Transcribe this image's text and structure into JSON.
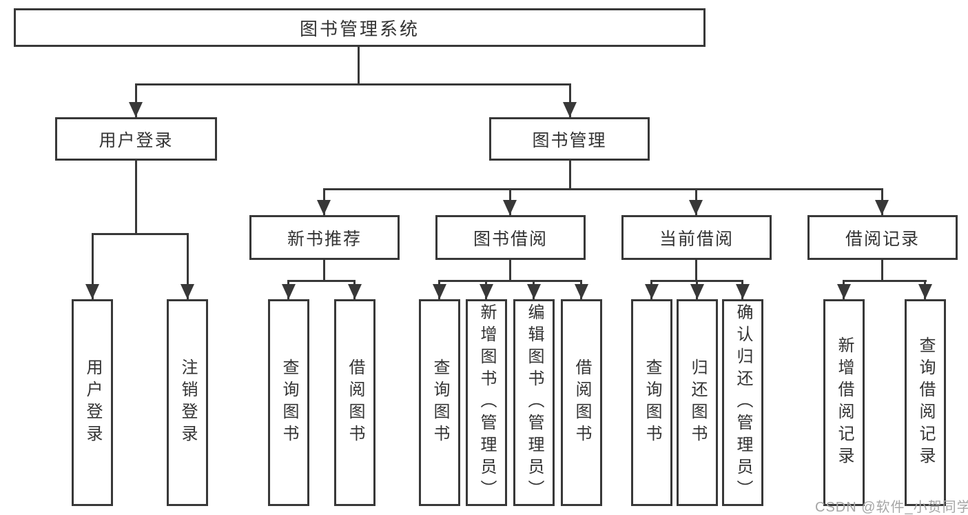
{
  "diagram": {
    "type": "hierarchy-tree",
    "root": "图书管理系统",
    "level2": [
      "用户登录",
      "图书管理"
    ],
    "level3": [
      "新书推荐",
      "图书借阅",
      "当前借阅",
      "借阅记录"
    ],
    "leaves": {
      "user_login": [
        "用户登录",
        "注销登录"
      ],
      "new_book": [
        "查询图书",
        "借阅图书"
      ],
      "book_borrow": [
        "查询图书",
        "新增图书（管理员）",
        "编辑图书（管理员）",
        "借阅图书"
      ],
      "current_borrow": [
        "查询图书",
        "归还图书",
        "确认归还（管理员）"
      ],
      "borrow_record": [
        "新增借阅记录",
        "查询借阅记录"
      ]
    }
  },
  "watermark": "CSDN @软件_小贺同学",
  "colors": {
    "line": "#383838",
    "text": "#333333",
    "watermark": "#a6a6a6",
    "background": "#ffffff"
  }
}
